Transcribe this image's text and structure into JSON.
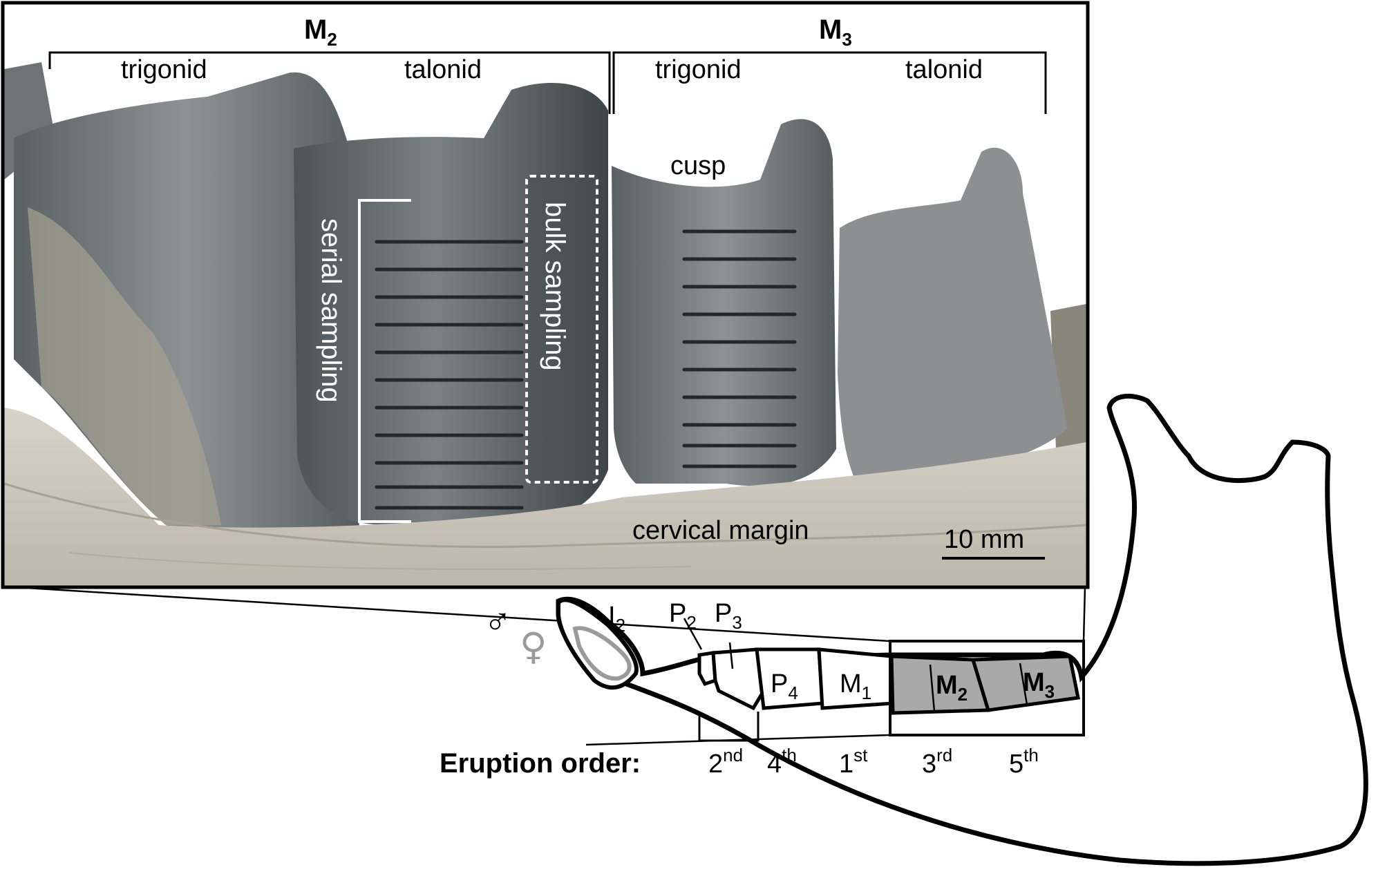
{
  "photo_panel": {
    "molar_m2": {
      "letter": "M",
      "sub": "2"
    },
    "molar_m3": {
      "letter": "M",
      "sub": "3"
    },
    "m2_trigonid": "trigonid",
    "m2_talonid": "talonid",
    "m3_trigonid": "trigonid",
    "m3_talonid": "talonid",
    "cusp": "cusp",
    "serial_sampling": "serial sampling",
    "bulk_sampling": "bulk sampling",
    "cervical_margin": "cervical margin",
    "scale_bar": "10 mm"
  },
  "jaw_diagram": {
    "male_symbol": "♂",
    "female_symbol": "♀",
    "teeth": {
      "i2": {
        "letter": "I",
        "sub": "2"
      },
      "p2": {
        "letter": "P",
        "sub": "2"
      },
      "p3": {
        "letter": "P",
        "sub": "3"
      },
      "p4": {
        "letter": "P",
        "sub": "4"
      },
      "m1": {
        "letter": "M",
        "sub": "1"
      },
      "m2": {
        "letter": "M",
        "sub": "2"
      },
      "m3": {
        "letter": "M",
        "sub": "3"
      }
    },
    "eruption_label": "Eruption order:",
    "eruption_order": [
      {
        "num": "2",
        "sup": "nd"
      },
      {
        "num": "4",
        "sup": "th"
      },
      {
        "num": "1",
        "sup": "st"
      },
      {
        "num": "3",
        "sup": "rd"
      },
      {
        "num": "5",
        "sup": "th"
      }
    ]
  },
  "colors": {
    "highlight_teeth": "#a9a9a9",
    "female_outline": "#9a9a9a",
    "tooth_enamel": "#5b6466",
    "sediment": "#cfc9bd"
  }
}
